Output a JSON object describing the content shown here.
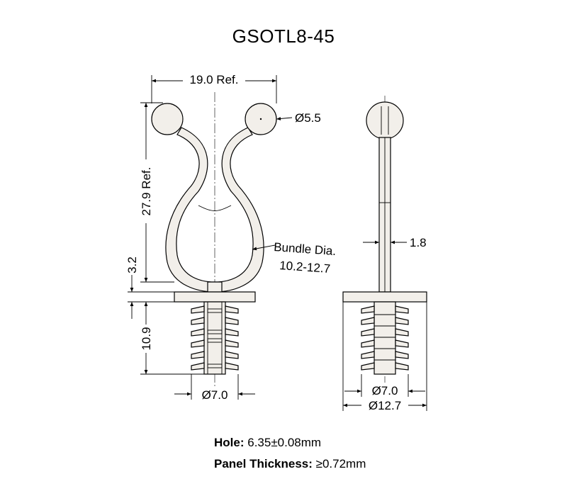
{
  "title": "GSOTL8-45",
  "dimensions": {
    "width_ref": "19.0 Ref.",
    "knob_dia": "Ø5.5",
    "height_ref": "27.9 Ref.",
    "bundle_label": "Bundle Dia.",
    "bundle_range": "10.2-12.7",
    "flange_offset": "3.2",
    "stem_length": "10.9",
    "stem_dia_front": "Ø7.0",
    "thickness": "1.8",
    "stem_dia_side": "Ø7.0",
    "flange_dia": "Ø12.7"
  },
  "specs": {
    "hole_label": "Hole:",
    "hole_value": "6.35±0.08mm",
    "panel_label": "Panel Thickness:",
    "panel_value": "≥0.72mm"
  },
  "colors": {
    "part_fill": "#f2efea",
    "line": "#000000"
  }
}
